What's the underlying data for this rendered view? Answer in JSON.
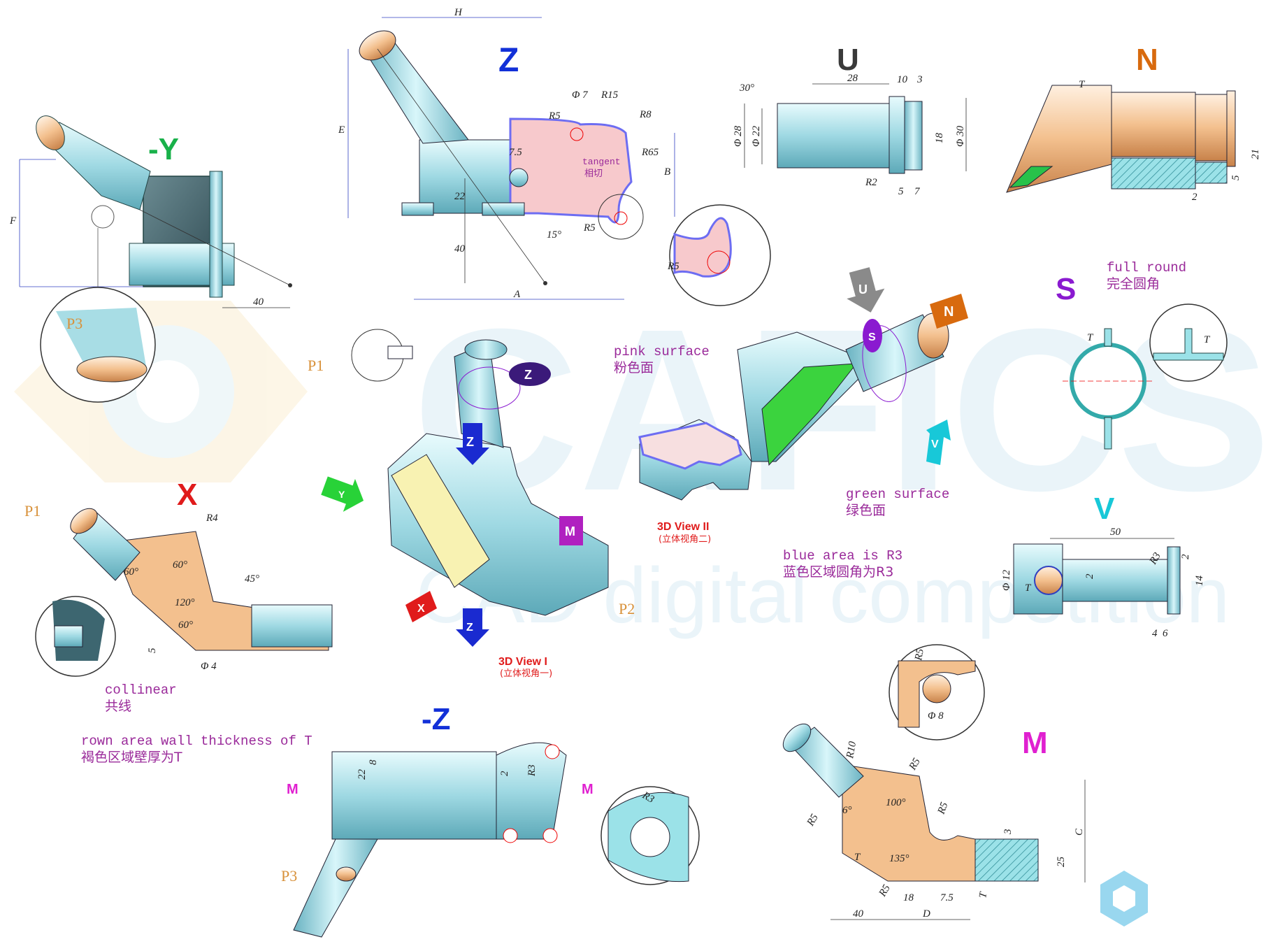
{
  "watermark": {
    "brand": "CAFICS",
    "subtitle": "CAD digital competition"
  },
  "views": {
    "y_neg": {
      "label": "-Y",
      "color": "#19b14a",
      "dims": {
        "f": "F",
        "d40": "40"
      },
      "p3": "P3"
    },
    "z": {
      "label": "Z",
      "color": "#1230d8",
      "dims": {
        "h": "H",
        "e": "E",
        "b": "B",
        "a": "A",
        "phi7": "Φ 7",
        "r15": "R15",
        "r8": "R8",
        "r5a": "R5",
        "r65": "R65",
        "d75": "7.5",
        "d22": "22",
        "d40": "40",
        "ang15": "15°",
        "r5b": "R5",
        "r5c": "R5"
      },
      "tangent_en": "tangent",
      "tangent_zh": "相切"
    },
    "u": {
      "label": "U",
      "color": "#3a3a3a",
      "dims": {
        "ang30": "30°",
        "d28": "28",
        "d10": "10",
        "d3": "3",
        "phi28": "Φ 28",
        "phi22": "Φ 22",
        "d18": "18",
        "phi30": "Φ 30",
        "r2": "R2",
        "d5": "5",
        "d7": "7"
      }
    },
    "n": {
      "label": "N",
      "color": "#d86a0e",
      "dims": {
        "t": "T",
        "d21": "21",
        "d5": "5",
        "d2": "2"
      }
    },
    "s": {
      "label": "S",
      "color": "#8a1ad0",
      "note_en": "full round",
      "note_zh": "完全圆角",
      "t1": "T",
      "t2": "T"
    },
    "v": {
      "label": "V",
      "color": "#18c8d8",
      "dims": {
        "d50": "50",
        "r3": "R3",
        "d2a": "2",
        "phi12": "Φ 12",
        "t": "T",
        "d2b": "2",
        "d14": "14",
        "d4": "4",
        "d6": "6"
      }
    },
    "x": {
      "label": "X",
      "color": "#e01b1b",
      "dims": {
        "r4": "R4",
        "a60a": "60°",
        "a60b": "60°",
        "a45": "45°",
        "a120": "120°",
        "a60c": "60°",
        "d5": "5",
        "phi4": "Φ 4"
      },
      "p1": "P1",
      "collinear_en": "collinear",
      "collinear_zh": "共线",
      "brown_en": "rown area wall thickness of T",
      "brown_zh": "褐色区域壁厚为T"
    },
    "view1": {
      "title": "3D View I",
      "subtitle": "(立体视角一)",
      "p1": "P1",
      "p2": "P2",
      "badges": {
        "z_top": "Z",
        "z_mid": "Z",
        "m": "M",
        "x": "X",
        "z_low": "Z",
        "y": "Y"
      }
    },
    "view2": {
      "title": "3D View II",
      "subtitle": "(立体视角二)",
      "pink_en": "pink surface",
      "pink_zh": "粉色面",
      "green_en": "green surface",
      "green_zh": "绿色面",
      "blue_en": "blue area is R3",
      "blue_zh": "蓝色区域圆角为R3",
      "badges": {
        "u": "U",
        "n": "N",
        "s": "S",
        "v": "V"
      }
    },
    "z_neg": {
      "label": "-Z",
      "color": "#1230d8",
      "dims": {
        "d8": "8",
        "d22": "22",
        "d2": "2",
        "r3": "R3",
        "r3b": "R3"
      },
      "m_left": "M",
      "m_right": "M",
      "p3": "P3"
    },
    "m": {
      "label": "M",
      "color": "#e020d0",
      "dims": {
        "r5top": "R5",
        "phi8": "Φ 8",
        "r10": "R10",
        "r5a": "R5",
        "a100": "100°",
        "r5b": "R5",
        "a6": "6°",
        "r5c": "R5",
        "t1": "T",
        "a135": "135°",
        "d3": "3",
        "c": "C",
        "d25": "25",
        "r5d": "R5",
        "t2": "T",
        "d40": "40",
        "d18": "18",
        "d75": "7.5",
        "d": "D"
      }
    }
  }
}
